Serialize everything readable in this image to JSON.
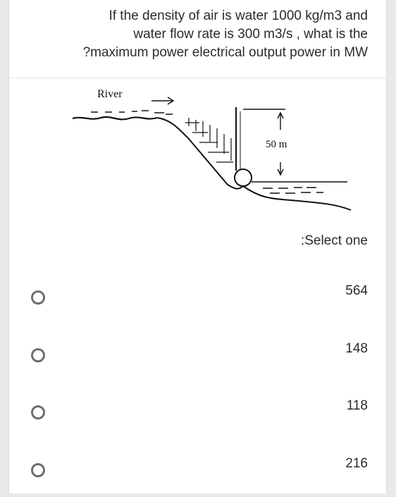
{
  "question": {
    "line1": "If the density of air is water 1000 kg/m3 and",
    "line2": "water flow rate is 300 m3/s , what is the",
    "line3": "?maximum power electrical output power in MW"
  },
  "diagram": {
    "river_label": "River",
    "height_label": "50 m"
  },
  "prompt": {
    "select_label": ":Select one"
  },
  "options": [
    {
      "label": "564"
    },
    {
      "label": "148"
    },
    {
      "label": "118"
    },
    {
      "label": "216"
    }
  ],
  "colors": {
    "background": "#ffffff",
    "radio_border": "#6e6e6e",
    "text": "#2b2b2b"
  }
}
